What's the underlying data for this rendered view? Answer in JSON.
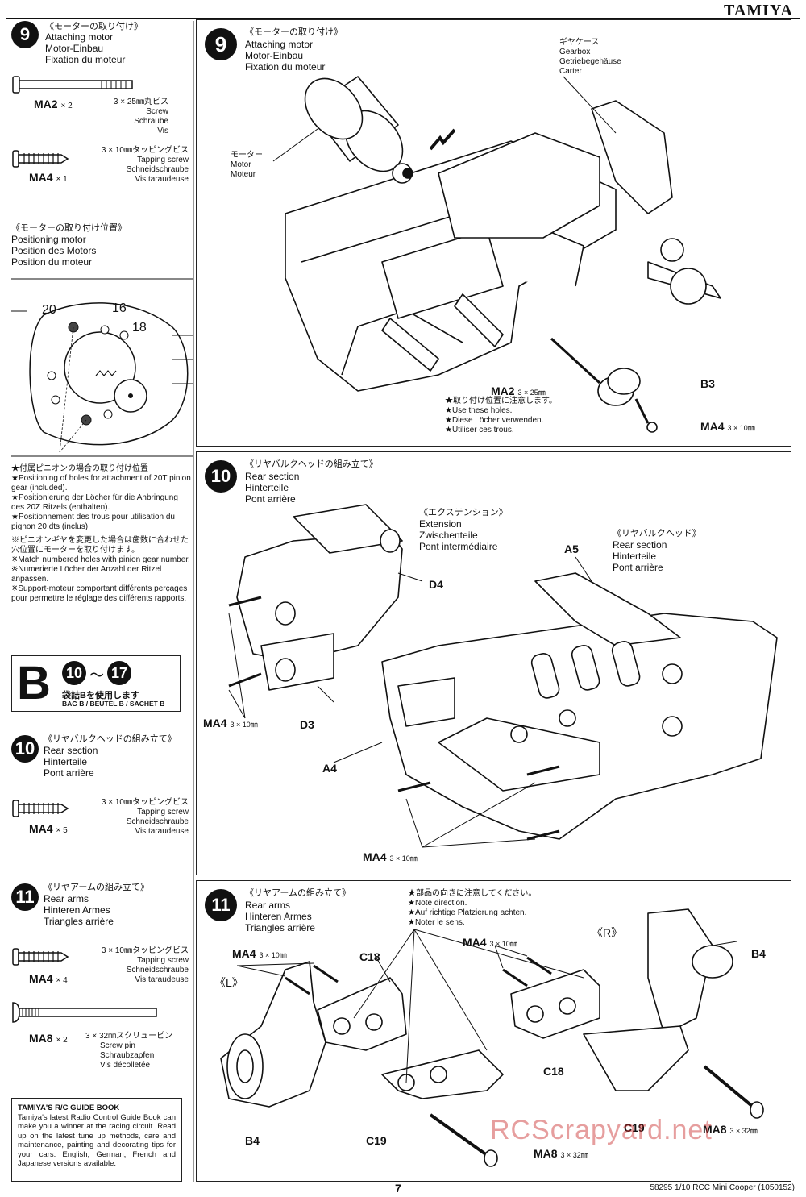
{
  "header": {
    "brand": "TAMIYA"
  },
  "footer": {
    "page_number": "7",
    "model": "58295  1/10 RCC Mini Cooper (1050152)",
    "watermark": "RCScrapyard.net"
  },
  "left_column": {
    "step9": {
      "num": "9",
      "title_jp": "《モーターの取り付け》",
      "title_en": "Attaching motor",
      "title_de": "Motor-Einbau",
      "title_fr": "Fixation du moteur",
      "part1": {
        "code": "MA2",
        "qty": "× 2",
        "jp": "3 × 25㎜丸ビス",
        "en": "Screw",
        "de": "Schraube",
        "fr": "Vis"
      },
      "part2": {
        "code": "MA4",
        "qty": "× 1",
        "jp": "3 × 10㎜タッピングビス",
        "en": "Tapping screw",
        "de": "Schneidschraube",
        "fr": "Vis taraudeuse"
      },
      "pos_title_jp": "《モーターの取り付け位置》",
      "pos_en": "Positioning motor",
      "pos_de": "Position des Motors",
      "pos_fr": "Position du moteur",
      "gear_labels": [
        "20",
        "16",
        "18"
      ],
      "notes": [
        "★付属ピニオンの場合の取り付け位置",
        "★Positioning of holes for attachment of 20T pinion gear (included).",
        "★Positionierung der Löcher für die Anbringung des 20Z Ritzels (enthalten).",
        "★Positionnement des trous pour utilisation du pignon 20 dts (inclus)",
        "※ピニオンギヤを変更した場合は歯数に合わせた穴位置にモーターを取り付けます。",
        "※Match numbered holes with pinion gear number.",
        "※Numerierte Löcher der Anzahl der Ritzel anpassen.",
        "※Support-moteur comportant différents perçages pour permettre le réglage des différents rapports."
      ]
    },
    "bag": {
      "letter": "B",
      "from": "10",
      "tilde": "〜",
      "to": "17",
      "jp": "袋詰Bを使用します",
      "en": "BAG B / BEUTEL B / SACHET B"
    },
    "step10": {
      "num": "10",
      "title_jp": "《リヤバルクヘッドの組み立て》",
      "title_en": "Rear section",
      "title_de": "Hinterteile",
      "title_fr": "Pont arrière",
      "part1": {
        "code": "MA4",
        "qty": "× 5",
        "jp": "3 × 10㎜タッピングビス",
        "en": "Tapping screw",
        "de": "Schneidschraube",
        "fr": "Vis taraudeuse"
      }
    },
    "step11": {
      "num": "11",
      "title_jp": "《リヤアームの組み立て》",
      "title_en": "Rear arms",
      "title_de": "Hinteren Armes",
      "title_fr": "Triangles arrière",
      "part1": {
        "code": "MA4",
        "qty": "× 4",
        "jp": "3 × 10㎜タッピングビス",
        "en": "Tapping screw",
        "de": "Schneidschraube",
        "fr": "Vis taraudeuse"
      },
      "part2": {
        "code": "MA8",
        "qty": "× 2",
        "jp": "3 × 32㎜スクリューピン",
        "en": "Screw pin",
        "de": "Schraubzapfen",
        "fr": "Vis décolletée"
      }
    },
    "guide": {
      "title": "TAMIYA'S R/C GUIDE BOOK",
      "text": "Tamiya's latest Radio Control Guide Book can make you a winner at the racing circuit. Read up on the latest tune up methods, care and maintenance, painting and decorating tips for your cars. English, German, French and Japanese versions available."
    }
  },
  "panel9": {
    "num": "9",
    "title_jp": "《モーターの取り付け》",
    "title_en": "Attaching motor",
    "title_de": "Motor-Einbau",
    "title_fr": "Fixation du moteur",
    "gearbox": [
      "ギヤケース",
      "Gearbox",
      "Getriebegehäuse",
      "Carter"
    ],
    "motor": [
      "モーター",
      "Motor",
      "Moteur"
    ],
    "ma2": "MA2",
    "ma2_size": "3 × 25㎜",
    "b3": "B3",
    "ma4": "MA4",
    "ma4_size": "3 × 10㎜",
    "notes": [
      "★取り付け位置に注意します。",
      "★Use these holes.",
      "★Diese Löcher verwenden.",
      "★Utiliser ces trous."
    ]
  },
  "panel10": {
    "num": "10",
    "title_jp": "《リヤバルクヘッドの組み立て》",
    "title_en": "Rear section",
    "title_de": "Hinterteile",
    "title_fr": "Pont arrière",
    "ext": [
      "《エクステンション》",
      "Extension",
      "Zwischenteile",
      "Pont intermédiaire"
    ],
    "rear": [
      "《リヤバルクヘッド》",
      "Rear section",
      "Hinterteile",
      "Pont arrière"
    ],
    "d4": "D4",
    "d3": "D3",
    "a5": "A5",
    "a4": "A4",
    "ma4a": "MA4",
    "ma4a_size": "3 × 10㎜",
    "ma4b": "MA4",
    "ma4b_size": "3 × 10㎜"
  },
  "panel11": {
    "num": "11",
    "title_jp": "《リヤアームの組み立て》",
    "title_en": "Rear arms",
    "title_de": "Hinteren Armes",
    "title_fr": "Triangles arrière",
    "notes": [
      "★部品の向きに注意してください。",
      "★Note direction.",
      "★Auf richtige Platzierung achten.",
      "★Noter le sens."
    ],
    "left": "《L》",
    "right": "《R》",
    "ma4l": "MA4",
    "ma4l_size": "3 × 10㎜",
    "ma4r": "MA4",
    "ma4r_size": "3 × 10㎜",
    "c18l": "C18",
    "c18r": "C18",
    "b4l": "B4",
    "b4r": "B4",
    "c19l": "C19",
    "c19r": "C19",
    "ma8l": "MA8",
    "ma8l_size": "3 × 32㎜",
    "ma8r": "MA8",
    "ma8r_size": "3 × 32㎜"
  }
}
